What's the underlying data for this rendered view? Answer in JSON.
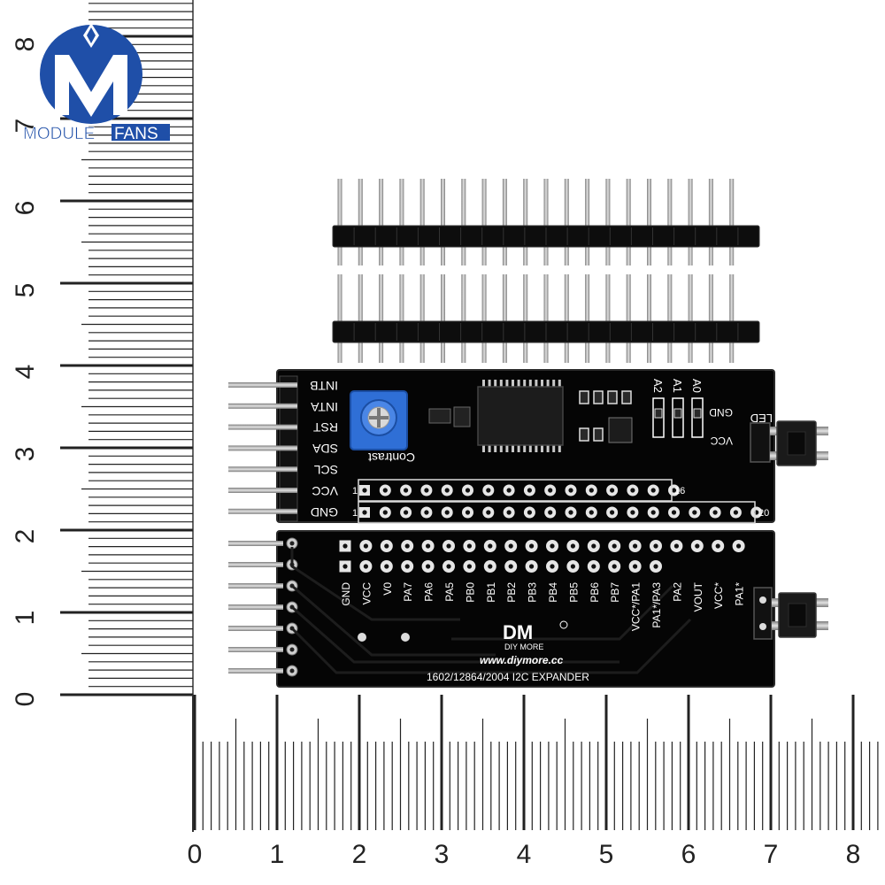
{
  "logo": {
    "text_module": "MODULE",
    "text_fans": "FANS",
    "colors": {
      "blue": "#1f4fa8",
      "white": "#ffffff"
    }
  },
  "ruler": {
    "vertical_numbers": [
      "8",
      "7",
      "6",
      "5",
      "4",
      "3",
      "2",
      "1",
      "0"
    ],
    "horizontal_numbers": [
      "0",
      "1",
      "2",
      "3",
      "4",
      "5",
      "6",
      "7",
      "8"
    ]
  },
  "board_top": {
    "header_labels": [
      "INTB",
      "INTA",
      "RST",
      "SDA",
      "SCL",
      "VCC",
      "GND"
    ],
    "pot_label": "Contrast",
    "address_labels": [
      "A2",
      "A1",
      "A0"
    ],
    "right_labels": {
      "gnd": "GND",
      "vcc": "VCC",
      "led": "LED"
    },
    "row_markers": {
      "one_a": "1",
      "one_b": "1",
      "sixteen": "16",
      "twenty": "20"
    }
  },
  "board_bottom": {
    "pin_labels": [
      "GND",
      "VCC",
      "V0",
      "PA7",
      "PA6",
      "PA5",
      "PB0",
      "PB1",
      "PB2",
      "PB3",
      "PB4",
      "PB5",
      "PB6",
      "PB7",
      "VCC*/PA1",
      "PA1*/PA3",
      "PA2",
      "VOUT",
      "VCC*",
      "PA1*"
    ],
    "brand_mark": "DM",
    "brand_sub": "DIY MORE",
    "website": "www.diymore.cc",
    "product": "1602/12864/2004 I2C EXPANDER"
  },
  "colors": {
    "pcb": "#050505",
    "silk": "#ffffff",
    "pot": "#2f6fd6",
    "pin": "#b9b9b9"
  }
}
